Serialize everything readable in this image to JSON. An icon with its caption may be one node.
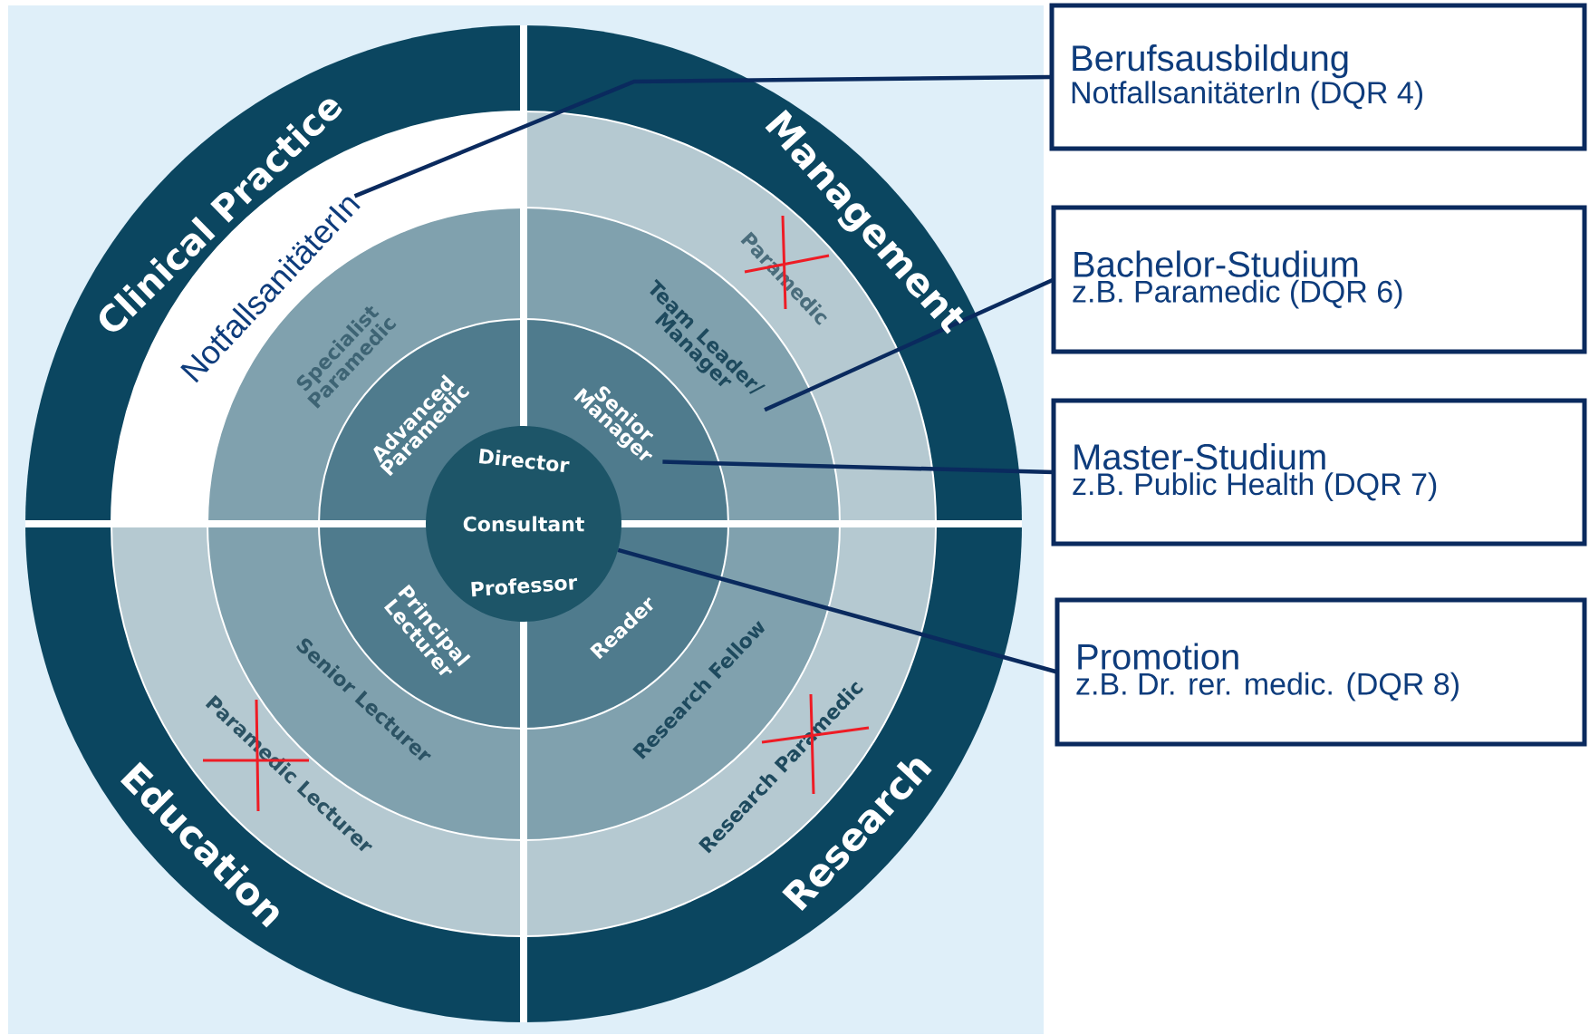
{
  "diagram": {
    "nodes": [
      {
        "text": [
          "Berufsausbildung",
          "NotfallsanitäterIn (DQR 4)"
        ]
      },
      {
        "text": [
          "Bachelor-Studium",
          "z.B. Paramedic (DQR 6)"
        ]
      },
      {
        "text": [
          "Master-Studium",
          "z.B. Public Health (DQR 7)"
        ]
      },
      {
        "text": [
          "Promotion",
          "z.B. Dr. rer. medic. (DQR 8)"
        ]
      },
      {
        "text": [
          "NotfallsanitäterIn"
        ]
      },
      {
        "text": [
          "Team Leader/ Manager"
        ]
      },
      {
        "text": [
          "Senior Manager"
        ]
      },
      {
        "text": [
          "Director",
          "Consultant",
          "Professor"
        ]
      }
    ],
    "edges": [
      {
        "from": 0,
        "to": 4,
        "arrow": "none"
      },
      {
        "from": 1,
        "to": 5,
        "arrow": "none"
      },
      {
        "from": 2,
        "to": 6,
        "arrow": "none"
      },
      {
        "from": 3,
        "to": 7,
        "arrow": "none"
      }
    ],
    "labels": [
      "Clinical Practice",
      "Management",
      "Paramedic",
      "Specialist Paramedic",
      "Advanced Paramedic",
      "Principal Lecturer",
      "Reader",
      "Senior Lecturer",
      "Research Fellow",
      "Paramedic Lecturer",
      "Research Paramedic",
      "Education",
      "Research"
    ]
  }
}
